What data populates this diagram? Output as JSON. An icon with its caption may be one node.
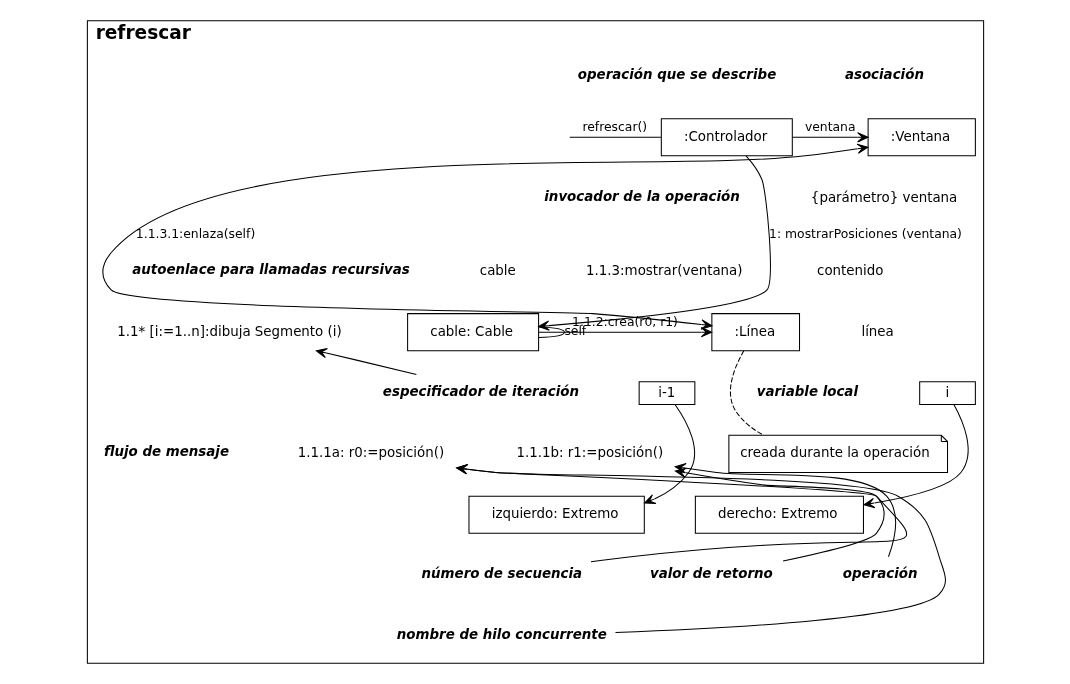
{
  "diagram": {
    "nodes": [
      {
        "text": [
          "refrescar"
        ]
      },
      {
        "text": [
          ":Controlador"
        ],
        "in": 0
      },
      {
        "text": [
          ":Ventana"
        ],
        "in": 0
      },
      {
        "text": [
          "cable: Cable"
        ],
        "in": 0
      },
      {
        "text": [
          ":Línea"
        ],
        "in": 0
      },
      {
        "text": [
          "i-1"
        ],
        "in": 0
      },
      {
        "text": [
          "i"
        ],
        "in": 0
      },
      {
        "text": [
          "izquierdo: Extremo"
        ],
        "in": 0
      },
      {
        "text": [
          "derecho: Extremo"
        ],
        "in": 0
      },
      {
        "text": [
          "creada durante la operación"
        ],
        "in": 0
      },
      {
        "text": [
          "1.1* [i:=1..n]:dibuja Segmento (i)"
        ],
        "in": 0
      },
      {
        "text": [
          "especificador de iteración"
        ],
        "in": 0
      },
      {
        "text": [
          "1.1.1a: r0:=posición()"
        ],
        "in": 0
      },
      {
        "text": [
          "número de secuencia"
        ],
        "in": 0
      },
      {
        "text": [
          "nombre de hilo concurrente"
        ],
        "in": 0
      },
      {
        "text": [
          "1.1.1b: r1:=posición()"
        ],
        "in": 0
      },
      {
        "text": [
          "valor de retorno"
        ],
        "in": 0
      },
      {
        "text": [
          "operación"
        ],
        "in": 0
      }
    ],
    "edges": [
      {
        "from": null,
        "to": 1,
        "arrow": "none",
        "label": "refrescar()"
      },
      {
        "from": 1,
        "to": 2,
        "arrow": "to",
        "label": "ventana"
      },
      {
        "from": 1,
        "to": 3,
        "arrow": "to",
        "label": "1: mostrarPosiciones (ventana)"
      },
      {
        "from": 4,
        "to": 2,
        "arrow": "both",
        "label": "1.1.3.1:enlaza(self)"
      },
      {
        "from": 3,
        "to": 4,
        "arrow": "to",
        "label": "1.1.2:crea(r0, r1)"
      },
      {
        "from": 3,
        "to": 3,
        "arrow": "none",
        "label": "self"
      },
      {
        "from": 5,
        "to": 7,
        "arrow": "to"
      },
      {
        "from": 6,
        "to": 8,
        "arrow": "to"
      },
      {
        "from": 4,
        "to": 9,
        "arrow": "none",
        "style": "dashed"
      },
      {
        "from": 11,
        "to": 10,
        "arrow": "to"
      },
      {
        "from": 13,
        "to": 12,
        "arrow": "to"
      },
      {
        "from": 14,
        "to": 12,
        "arrow": "to"
      },
      {
        "from": 16,
        "to": 15,
        "arrow": "to"
      },
      {
        "from": 17,
        "to": 15,
        "arrow": "to"
      }
    ],
    "labels": [
      "operación que se describe",
      "asociación",
      "invocador de la operación",
      "cable",
      "{parámetro} ventana",
      "contenido",
      "1.1.3:mostrar(ventana)",
      "autoenlace para llamadas recursivas",
      "línea",
      "variable local",
      "flujo de mensaje"
    ]
  }
}
